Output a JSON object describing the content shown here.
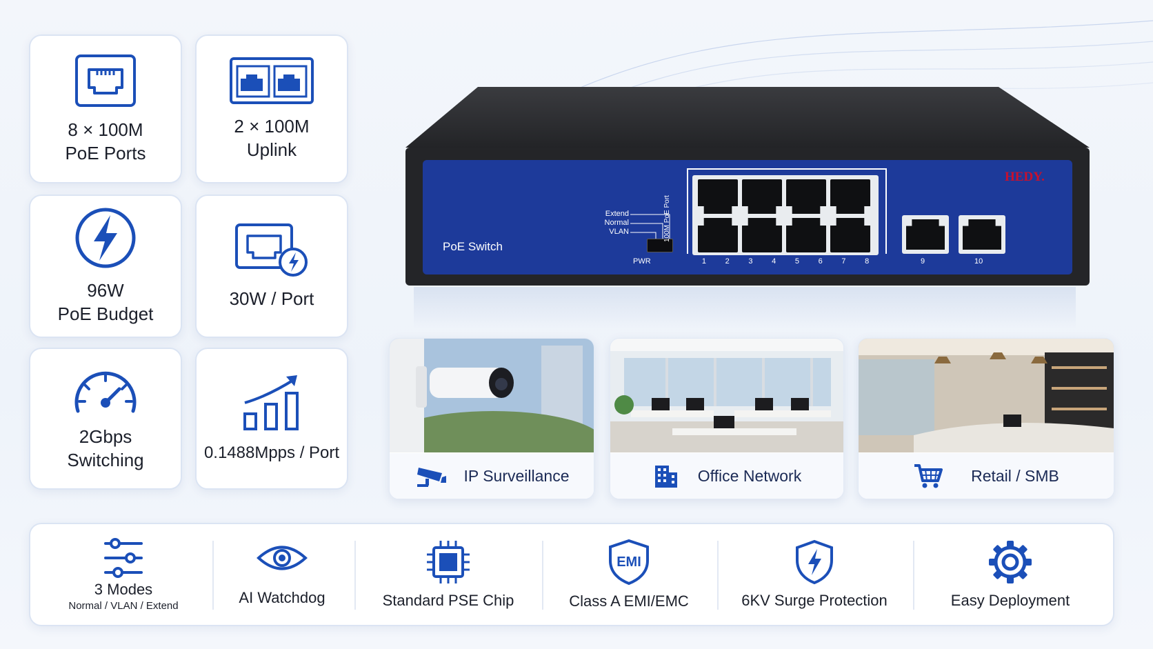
{
  "specs": [
    {
      "line1": "8 × 100M",
      "line2": "PoE Ports",
      "icon": "rj45-port-icon"
    },
    {
      "line1": "2 × 100M",
      "line2": "Uplink",
      "icon": "dual-port-icon"
    },
    {
      "line1": "96W",
      "line2": "PoE Budget",
      "icon": "lightning-icon"
    },
    {
      "line1": "30W / Port",
      "line2": "",
      "icon": "port-power-icon"
    },
    {
      "line1": "2Gbps",
      "line2": "Switching",
      "icon": "speedometer-icon"
    },
    {
      "line1": "0.1488Mpps / Port",
      "line2": "",
      "icon": "growth-chart-icon"
    }
  ],
  "switch": {
    "brand": "HEDY.",
    "model_label": "PoE Switch",
    "mode_labels": [
      "Extend",
      "Normal",
      "VLAN"
    ],
    "pwr_label": "PWR",
    "port_group_label": "100M PoE Port",
    "port_numbers": [
      "1",
      "2",
      "3",
      "4",
      "5",
      "6",
      "7",
      "8"
    ],
    "uplink_numbers": [
      "9",
      "10"
    ]
  },
  "scenarios": [
    {
      "label": "IP Surveillance",
      "icon": "cctv-camera-icon"
    },
    {
      "label": "Office Network",
      "icon": "building-icon"
    },
    {
      "label": "Retail / SMB",
      "icon": "shopping-cart-icon"
    }
  ],
  "features": [
    {
      "title": "3 Modes",
      "subtitle": "Normal / VLAN / Extend",
      "icon": "sliders-icon"
    },
    {
      "title": "AI Watchdog",
      "subtitle": "",
      "icon": "eye-icon"
    },
    {
      "title": "Standard PSE Chip",
      "subtitle": "",
      "icon": "chip-icon"
    },
    {
      "title": "Class A EMI/EMC",
      "subtitle": "",
      "icon": "emi-shield-icon",
      "badge": "EMI"
    },
    {
      "title": "6KV Surge Protection",
      "subtitle": "",
      "icon": "surge-shield-icon"
    },
    {
      "title": "Easy Deployment",
      "subtitle": "",
      "icon": "gear-icon"
    }
  ],
  "colors": {
    "accent": "#1b4fb8",
    "panel": "#1d3a9a",
    "chassis": "#2a2b2e",
    "brand": "#c8102e"
  }
}
